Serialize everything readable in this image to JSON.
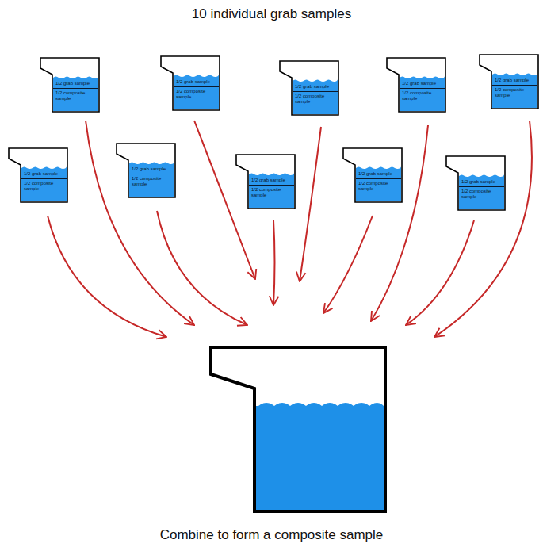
{
  "diagram": {
    "title": "10 individual grab samples",
    "caption": "Combine to form a composite sample",
    "nodes": [
      {
        "text": [
          "1/2 grab sample",
          "1/2 composite sample"
        ]
      },
      {
        "text": [
          "1/2 grab sample",
          "1/2 composite sample"
        ]
      },
      {
        "text": [
          "1/2 grab sample",
          "1/2 composite sample"
        ]
      },
      {
        "text": [
          "1/2 grab sample",
          "1/2 composite sample"
        ]
      },
      {
        "text": [
          "1/2 grab sample",
          "1/2 composite sample"
        ]
      },
      {
        "text": [
          "1/2 grab sample",
          "1/2 composite sample"
        ]
      },
      {
        "text": [
          "1/2 grab sample",
          "1/2 composite sample"
        ]
      },
      {
        "text": [
          "1/2 grab sample",
          "1/2 composite sample"
        ]
      },
      {
        "text": [
          "1/2 grab sample",
          "1/2 composite sample"
        ]
      },
      {
        "text": [
          "1/2 grab sample",
          "1/2 composite sample"
        ]
      }
    ]
  }
}
